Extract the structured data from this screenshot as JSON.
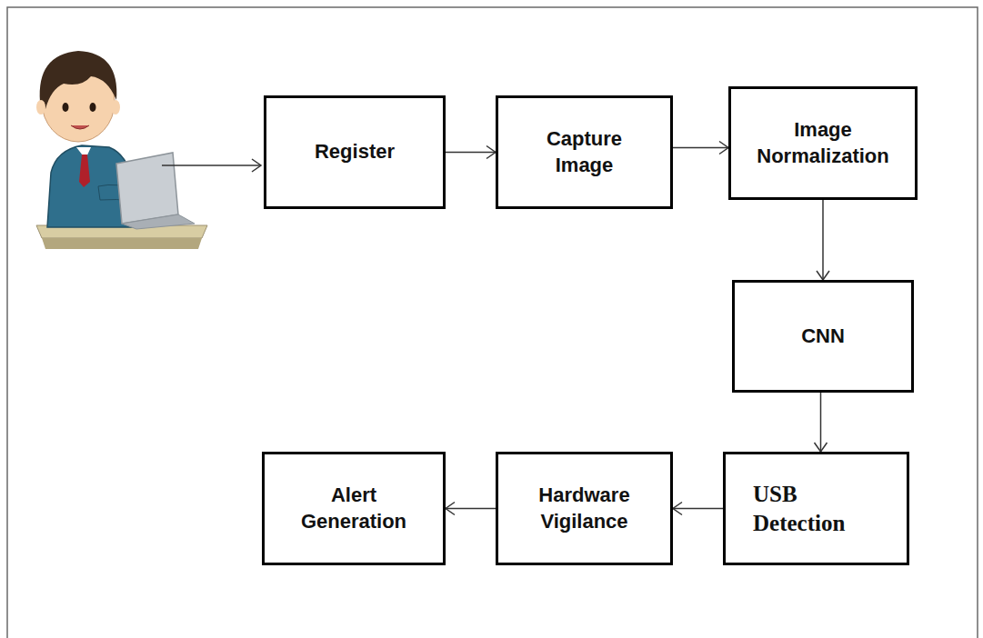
{
  "diagram": {
    "nodes": [
      {
        "text": [
          "Register"
        ]
      },
      {
        "text": [
          "Capture Image"
        ]
      },
      {
        "text": [
          "Image Normalization"
        ]
      },
      {
        "text": [
          "CNN"
        ]
      },
      {
        "text": [
          "USB Detection"
        ]
      },
      {
        "text": [
          "Hardware Vigilance"
        ]
      },
      {
        "text": [
          "Alert Generation"
        ]
      }
    ],
    "edges": [
      {
        "from": 0,
        "to": 1,
        "arrow": "to"
      },
      {
        "from": 1,
        "to": 2,
        "arrow": "to"
      },
      {
        "from": 2,
        "to": 3,
        "arrow": "to"
      },
      {
        "from": 3,
        "to": 4,
        "arrow": "to"
      },
      {
        "from": 4,
        "to": 5,
        "arrow": "to"
      },
      {
        "from": 5,
        "to": 6,
        "arrow": "to"
      }
    ]
  }
}
